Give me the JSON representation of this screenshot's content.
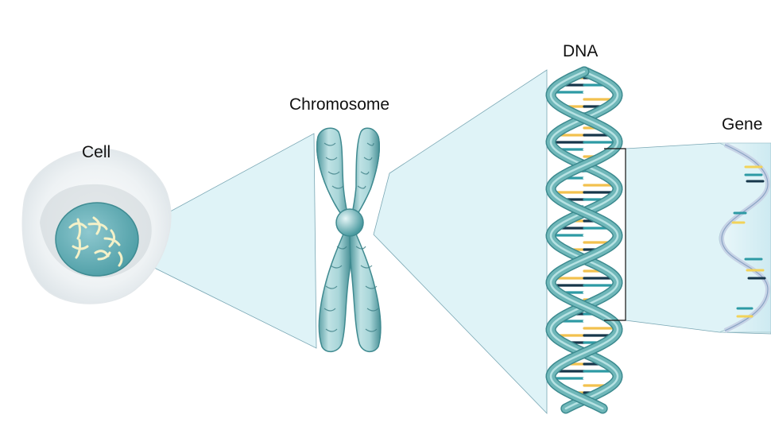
{
  "labels": {
    "cell": "Cell",
    "chromosome": "Chromosome",
    "dna": "DNA",
    "gene": "Gene"
  },
  "colors": {
    "background": "#ffffff",
    "teal": "#6fb7b9",
    "teal_dark": "#3c8a8f",
    "zoom_fill": "#dff3f7",
    "base_yellow": "#f2c14e",
    "base_navy": "#16364a",
    "base_teal": "#2d9aa4"
  }
}
